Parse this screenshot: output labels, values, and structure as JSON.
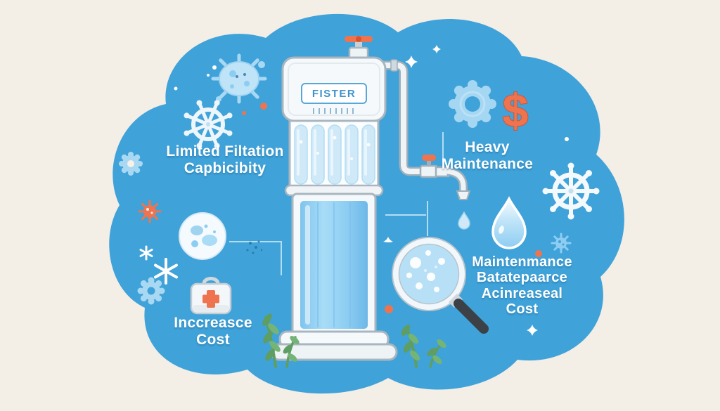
{
  "colors": {
    "bg": "#f3eee6",
    "blob": "#3fa2d9",
    "accent-orange": "#ee7450",
    "leaf-green": "#5f9e63"
  },
  "filter": {
    "brand_label": "FISTER"
  },
  "callouts": {
    "limited_filtration": {
      "line1": "Limited Filtation",
      "line2": "Capbicibity"
    },
    "heavy_maintenance": {
      "line1": "Heavy",
      "line2": "Maintenance"
    },
    "maintenance_cost": {
      "line1": "Maintenmance",
      "line2": "Batatepaarce",
      "line3": "Acinreaseal",
      "line4": "Cost"
    },
    "increase_cost": {
      "line1": "Inccreasce",
      "line2": "Cost"
    }
  },
  "decor": {
    "dollar_sign": "$"
  },
  "icons": [
    "virus-icon",
    "germ-icon",
    "ship-wheel-icon",
    "gear-icon",
    "dollar-sign-icon",
    "petri-dish-icon",
    "snowflake-icon",
    "first-aid-kit-icon",
    "magnifying-glass-icon",
    "water-drop-icon",
    "water-drip-icon",
    "faucet-icon",
    "valve-icon",
    "pipe",
    "plant-icon",
    "sparkle-icon",
    "water-filter"
  ]
}
